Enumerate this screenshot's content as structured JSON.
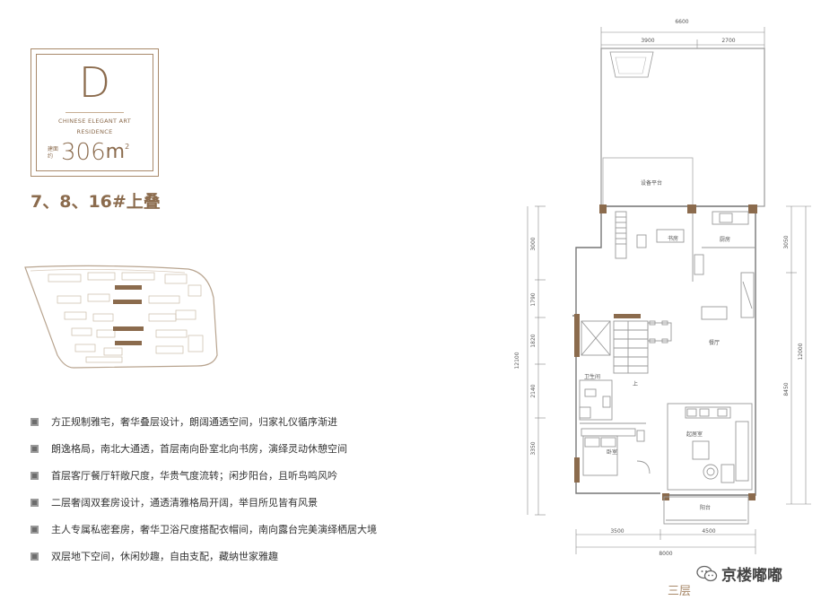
{
  "unit_card": {
    "type_letter": "D",
    "tagline_1": "CHINESE ELEGANT ART",
    "tagline_2": "RESIDENCE",
    "area_label": "建面约",
    "area_value": "306",
    "area_unit": "m",
    "area_sup": "2"
  },
  "building_title": "7、8、16#上叠",
  "features": [
    "方正规制雅宅，奢华叠层设计，朗阔通透空间，归家礼仪循序渐进",
    "朗逸格局，南北大通透，首层南向卧室北向书房，演绎灵动休憩空间",
    "首层客厅餐厅轩敞尺度，华贵气度流转；闲步阳台，且听鸟鸣风吟",
    "二层奢阔双套房设计，通透清雅格局开阔，举目所见皆有风景",
    "主人专属私密套房，奢华卫浴尺度搭配衣帽间，南向露台完美演绎栖居大境",
    "双层地下空间，休闲妙趣，自由支配，藏纳世家雅趣"
  ],
  "floorplan": {
    "rooms": {
      "equipment_platform": "设备平台",
      "study": "书房",
      "kitchen": "厨房",
      "dining": "餐厅",
      "bathroom": "卫生间",
      "up": "上",
      "bedroom": "卧室",
      "living": "起居室",
      "balcony": "阳台"
    },
    "dims": {
      "top_total": "6600",
      "top_left": "3900",
      "top_right": "2700",
      "left_total": "12100",
      "left_1": "3000",
      "left_2": "1790",
      "left_3": "1820",
      "left_4": "2140",
      "left_5": "3350",
      "right_total": "12000",
      "right_1": "3050",
      "right_2": "8450",
      "bottom_left": "3500",
      "bottom_right": "4500",
      "bottom_total": "8000"
    }
  },
  "watermark": {
    "text": "京楼嘟嘟",
    "icon": "wechat-icon"
  },
  "floor_label": "三层",
  "colors": {
    "accent": "#8b6b4d",
    "accent_light": "#a8896a",
    "wall": "#777777"
  }
}
